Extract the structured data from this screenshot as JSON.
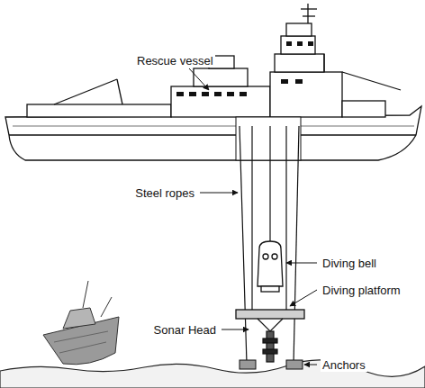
{
  "diagram": {
    "labels": [
      "Rescue vessel",
      "Steel ropes",
      "Diving bell",
      "Diving platform",
      "Sonar Head",
      "Anchors"
    ]
  }
}
